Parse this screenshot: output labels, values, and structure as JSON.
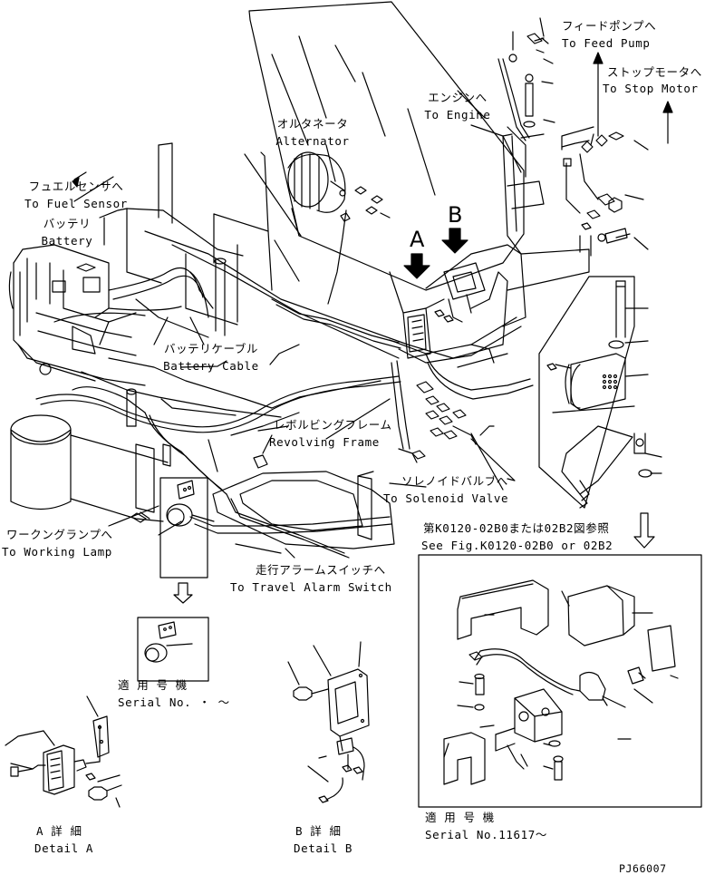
{
  "labels": {
    "feed_pump_jp": "フィードポンプへ",
    "feed_pump_en": "To Feed Pump",
    "stop_motor_jp": "ストップモータへ",
    "stop_motor_en": "To Stop Motor",
    "engine_jp": "エンジンへ",
    "engine_en": "To Engine",
    "alternator_jp": "オルタネータ",
    "alternator_en": "Alternator",
    "fuel_sensor_jp": "フュエルセンサへ",
    "fuel_sensor_en": "To Fuel Sensor",
    "battery_jp": "バッテリ",
    "battery_en": "Battery",
    "battery_cable_jp": "バッテリケーブル",
    "battery_cable_en": "Battery Cable",
    "revolving_frame_jp": "レボルビングフレーム",
    "revolving_frame_en": "Revolving Frame",
    "solenoid_jp": "ソレノイドバルブへ",
    "solenoid_en": "To Solenoid Valve",
    "working_lamp_jp": "ワークングランプへ",
    "working_lamp_en": "To Working Lamp",
    "see_fig_jp": "第K0120-02B0または02B2図参照",
    "see_fig_en": "See Fig.K0120-02B0 or 02B2",
    "travel_alarm_jp": "走行アラームスイッチへ",
    "travel_alarm_en": "To Travel Alarm Switch",
    "serial_jp_1": "適 用 号 機",
    "serial_en_1": "Serial No.  ・  ～",
    "serial_jp_2": "適 用 号 機",
    "serial_en_2": "Serial No.11617～",
    "detail_a_jp": "A 詳 細",
    "detail_a_en": "Detail A",
    "detail_b_jp": "B 詳 細",
    "detail_b_en": "Detail B",
    "drawing_code": "PJ66007",
    "letter_a": "A",
    "letter_b": "B"
  },
  "colors": {
    "ink": "#000000",
    "paper": "#ffffff"
  }
}
